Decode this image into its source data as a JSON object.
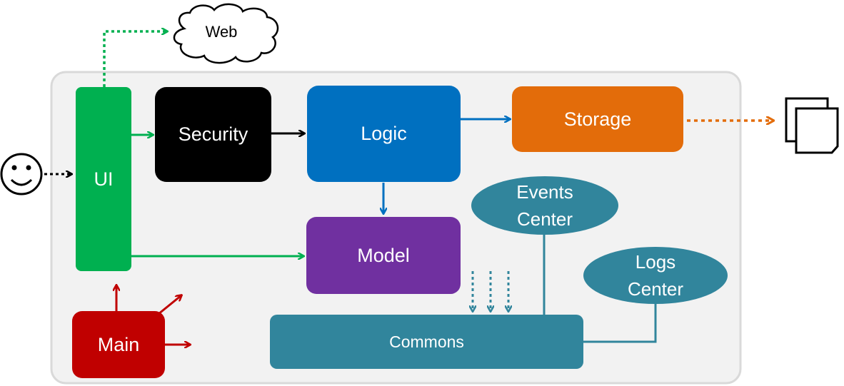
{
  "components": {
    "ui": "UI",
    "security": "Security",
    "logic": "Logic",
    "storage": "Storage",
    "model": "Model",
    "main": "Main",
    "commons": "Commons",
    "events_center": [
      "Events",
      "Center"
    ],
    "logs_center": [
      "Logs",
      "Center"
    ]
  },
  "external": {
    "web": "Web",
    "user_icon": "smiley-face-icon",
    "files_icon": "document-stack-icon"
  },
  "colors": {
    "ui": "#00b050",
    "security": "#000000",
    "logic": "#0070c0",
    "storage": "#e36c0a",
    "model": "#7030a0",
    "main": "#c00000",
    "commons": "#31859c",
    "container_bg": "#f2f2f2",
    "container_border": "#d9d9d9"
  }
}
